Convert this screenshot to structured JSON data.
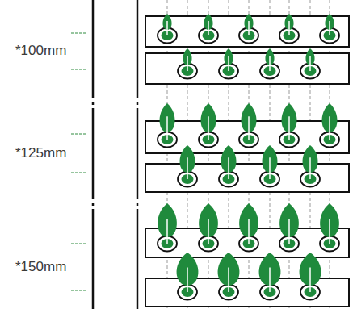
{
  "diagram": {
    "labels": [
      "*100mm",
      "*125mm",
      "*150mm"
    ]
  }
}
